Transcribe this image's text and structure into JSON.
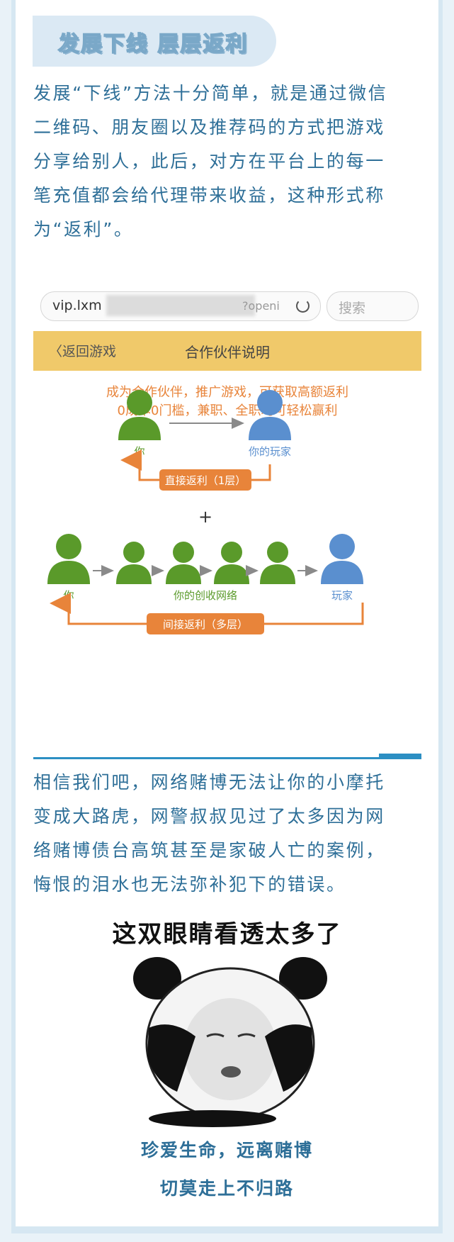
{
  "section": {
    "title": "发展下线 层层返利"
  },
  "paragraph1": {
    "lines": [
      "发展“下线”方法十分简单，就是通过微信",
      "二维码、朋友圈以及推荐码的方式把游戏",
      "分享给别人，此后，对方在平台上的每一",
      "笔充值都会给代理带来收益，这种形式称",
      "为“返利”。"
    ]
  },
  "screenshot": {
    "url_start": "vip.lxm",
    "url_end": "?openi",
    "search_placeholder": "搜索",
    "back_label": "〈返回游戏",
    "page_title": "合作伙伴说明",
    "intro_line1": "成为合作伙伴，推广游戏，可获取高额返利",
    "intro_line2": "0成本0门槛，兼职、全职均可轻松赢利",
    "you_label": "你",
    "your_player_label": "你的玩家",
    "direct_rebate_label": "直接返利（1层）",
    "plus_sign": "+",
    "you_label_2": "你",
    "network_label": "你的创收网络",
    "player_label": "玩家",
    "indirect_rebate_label": "间接返利（多层）",
    "colors": {
      "green": "#5a9a2a",
      "blue": "#5a8fcf",
      "orange": "#e8843a",
      "bar": "#f0c96a"
    }
  },
  "paragraph2": {
    "lines": [
      "相信我们吧，网络赌博无法让你的小摩托",
      "变成大路虎，网警叔叔见过了太多因为网",
      "络赌博债台高筑甚至是家破人亡的案例，",
      "悔恨的泪水也无法弥补犯下的错误。"
    ]
  },
  "meme": {
    "caption": "这双眼睛看透太多了"
  },
  "slogan": {
    "line1": "珍爱生命，远离赌博",
    "line2": "切莫走上不归路"
  }
}
